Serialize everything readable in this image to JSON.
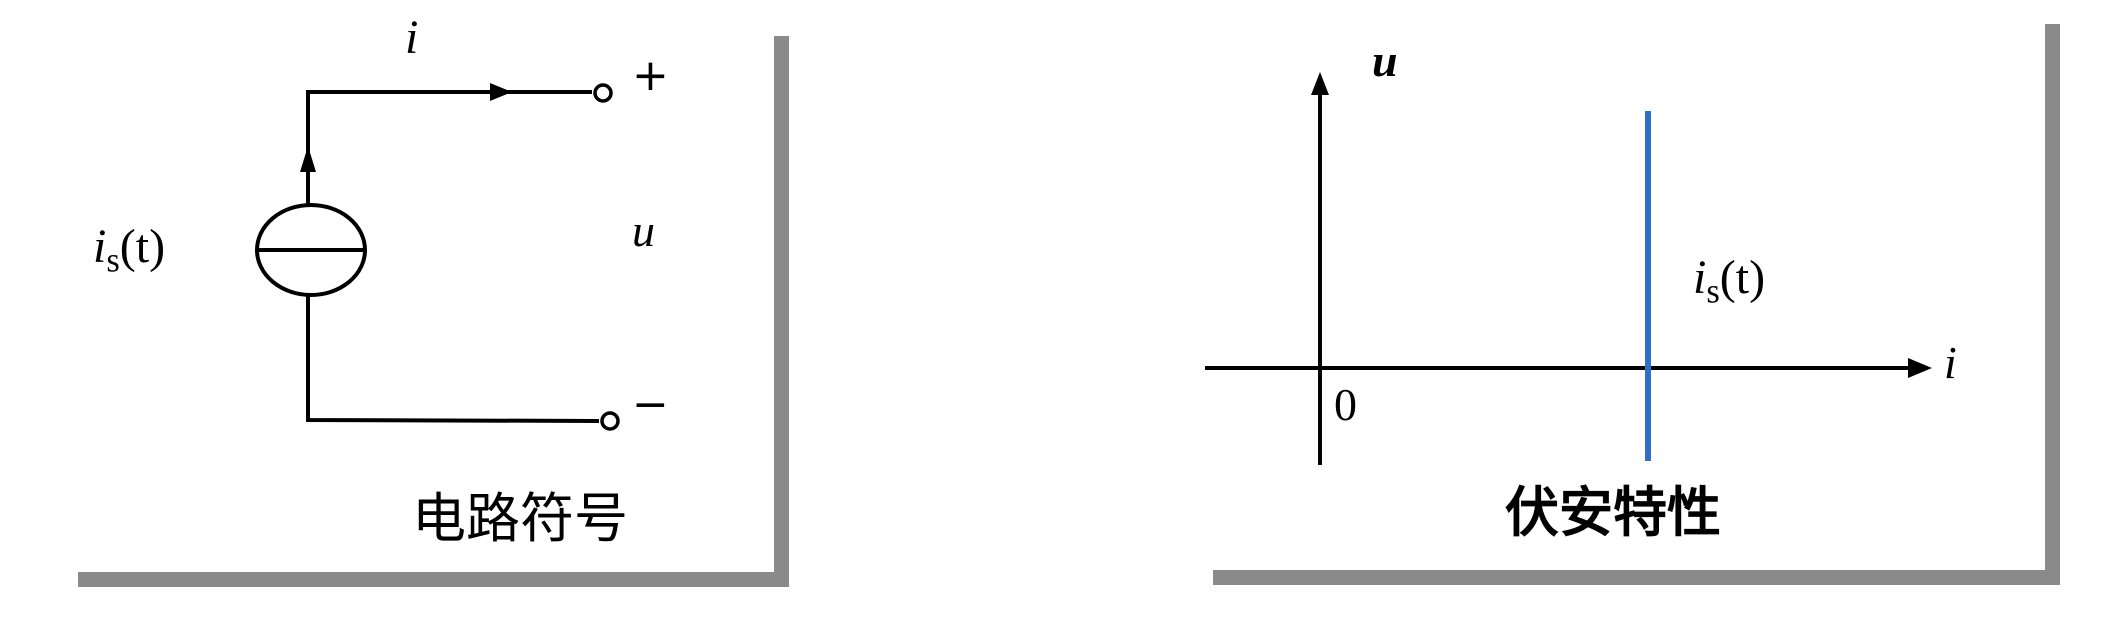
{
  "left_panel": {
    "caption": "电路符号",
    "current_label": "i",
    "source_label": {
      "main": "i",
      "sub": "s",
      "arg": "(t)"
    },
    "voltage_label": "u",
    "plus_label": "+",
    "minus_label": "−"
  },
  "right_panel": {
    "caption": "伏安特性",
    "axis_u_label": "u",
    "axis_i_label": "i",
    "origin_label": "0",
    "line_label": {
      "main": "i",
      "sub": "s",
      "arg": "(t)"
    },
    "line_color": "#2f6fc6"
  },
  "colors": {
    "shadow": "#8a8a8a",
    "stroke": "#000000"
  }
}
